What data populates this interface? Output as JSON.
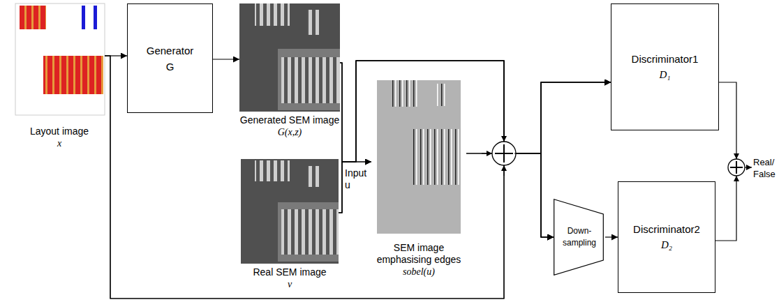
{
  "diagram": {
    "nodes": [
      {
        "text": [
          "Layout image",
          "x"
        ]
      },
      {
        "text": [
          "Generator",
          "G"
        ]
      },
      {
        "text": [
          "Generated SEM image",
          "G(x,z)"
        ]
      },
      {
        "text": [
          "Real SEM image",
          "v"
        ]
      },
      {
        "text": [
          "SEM image emphasising edges",
          "sobel(u)"
        ]
      },
      {
        "text": [
          "Discriminator1",
          "D₁"
        ]
      },
      {
        "text": [
          "Down- sampling"
        ]
      },
      {
        "text": [
          "Discriminator2",
          "D₂"
        ]
      }
    ],
    "edges": [
      {
        "from": 0,
        "to": 1,
        "arrow": "to"
      },
      {
        "from": 1,
        "to": 2,
        "arrow": "to"
      },
      {
        "from": 2,
        "to": 4,
        "arrow": "to"
      },
      {
        "from": 3,
        "to": 4,
        "arrow": "to"
      },
      {
        "from": 0,
        "to": 5,
        "arrow": "to"
      },
      {
        "from": 2,
        "to": 5,
        "arrow": "to"
      },
      {
        "from": 3,
        "to": 5,
        "arrow": "to"
      },
      {
        "from": 4,
        "to": 5,
        "arrow": "to"
      },
      {
        "from": 0,
        "to": 6,
        "arrow": "to"
      },
      {
        "from": 2,
        "to": 6,
        "arrow": "to"
      },
      {
        "from": 3,
        "to": 6,
        "arrow": "to"
      },
      {
        "from": 4,
        "to": 6,
        "arrow": "to"
      },
      {
        "from": 6,
        "to": 7,
        "arrow": "to"
      }
    ],
    "labels": [
      "Input u",
      "Real/ False"
    ]
  }
}
